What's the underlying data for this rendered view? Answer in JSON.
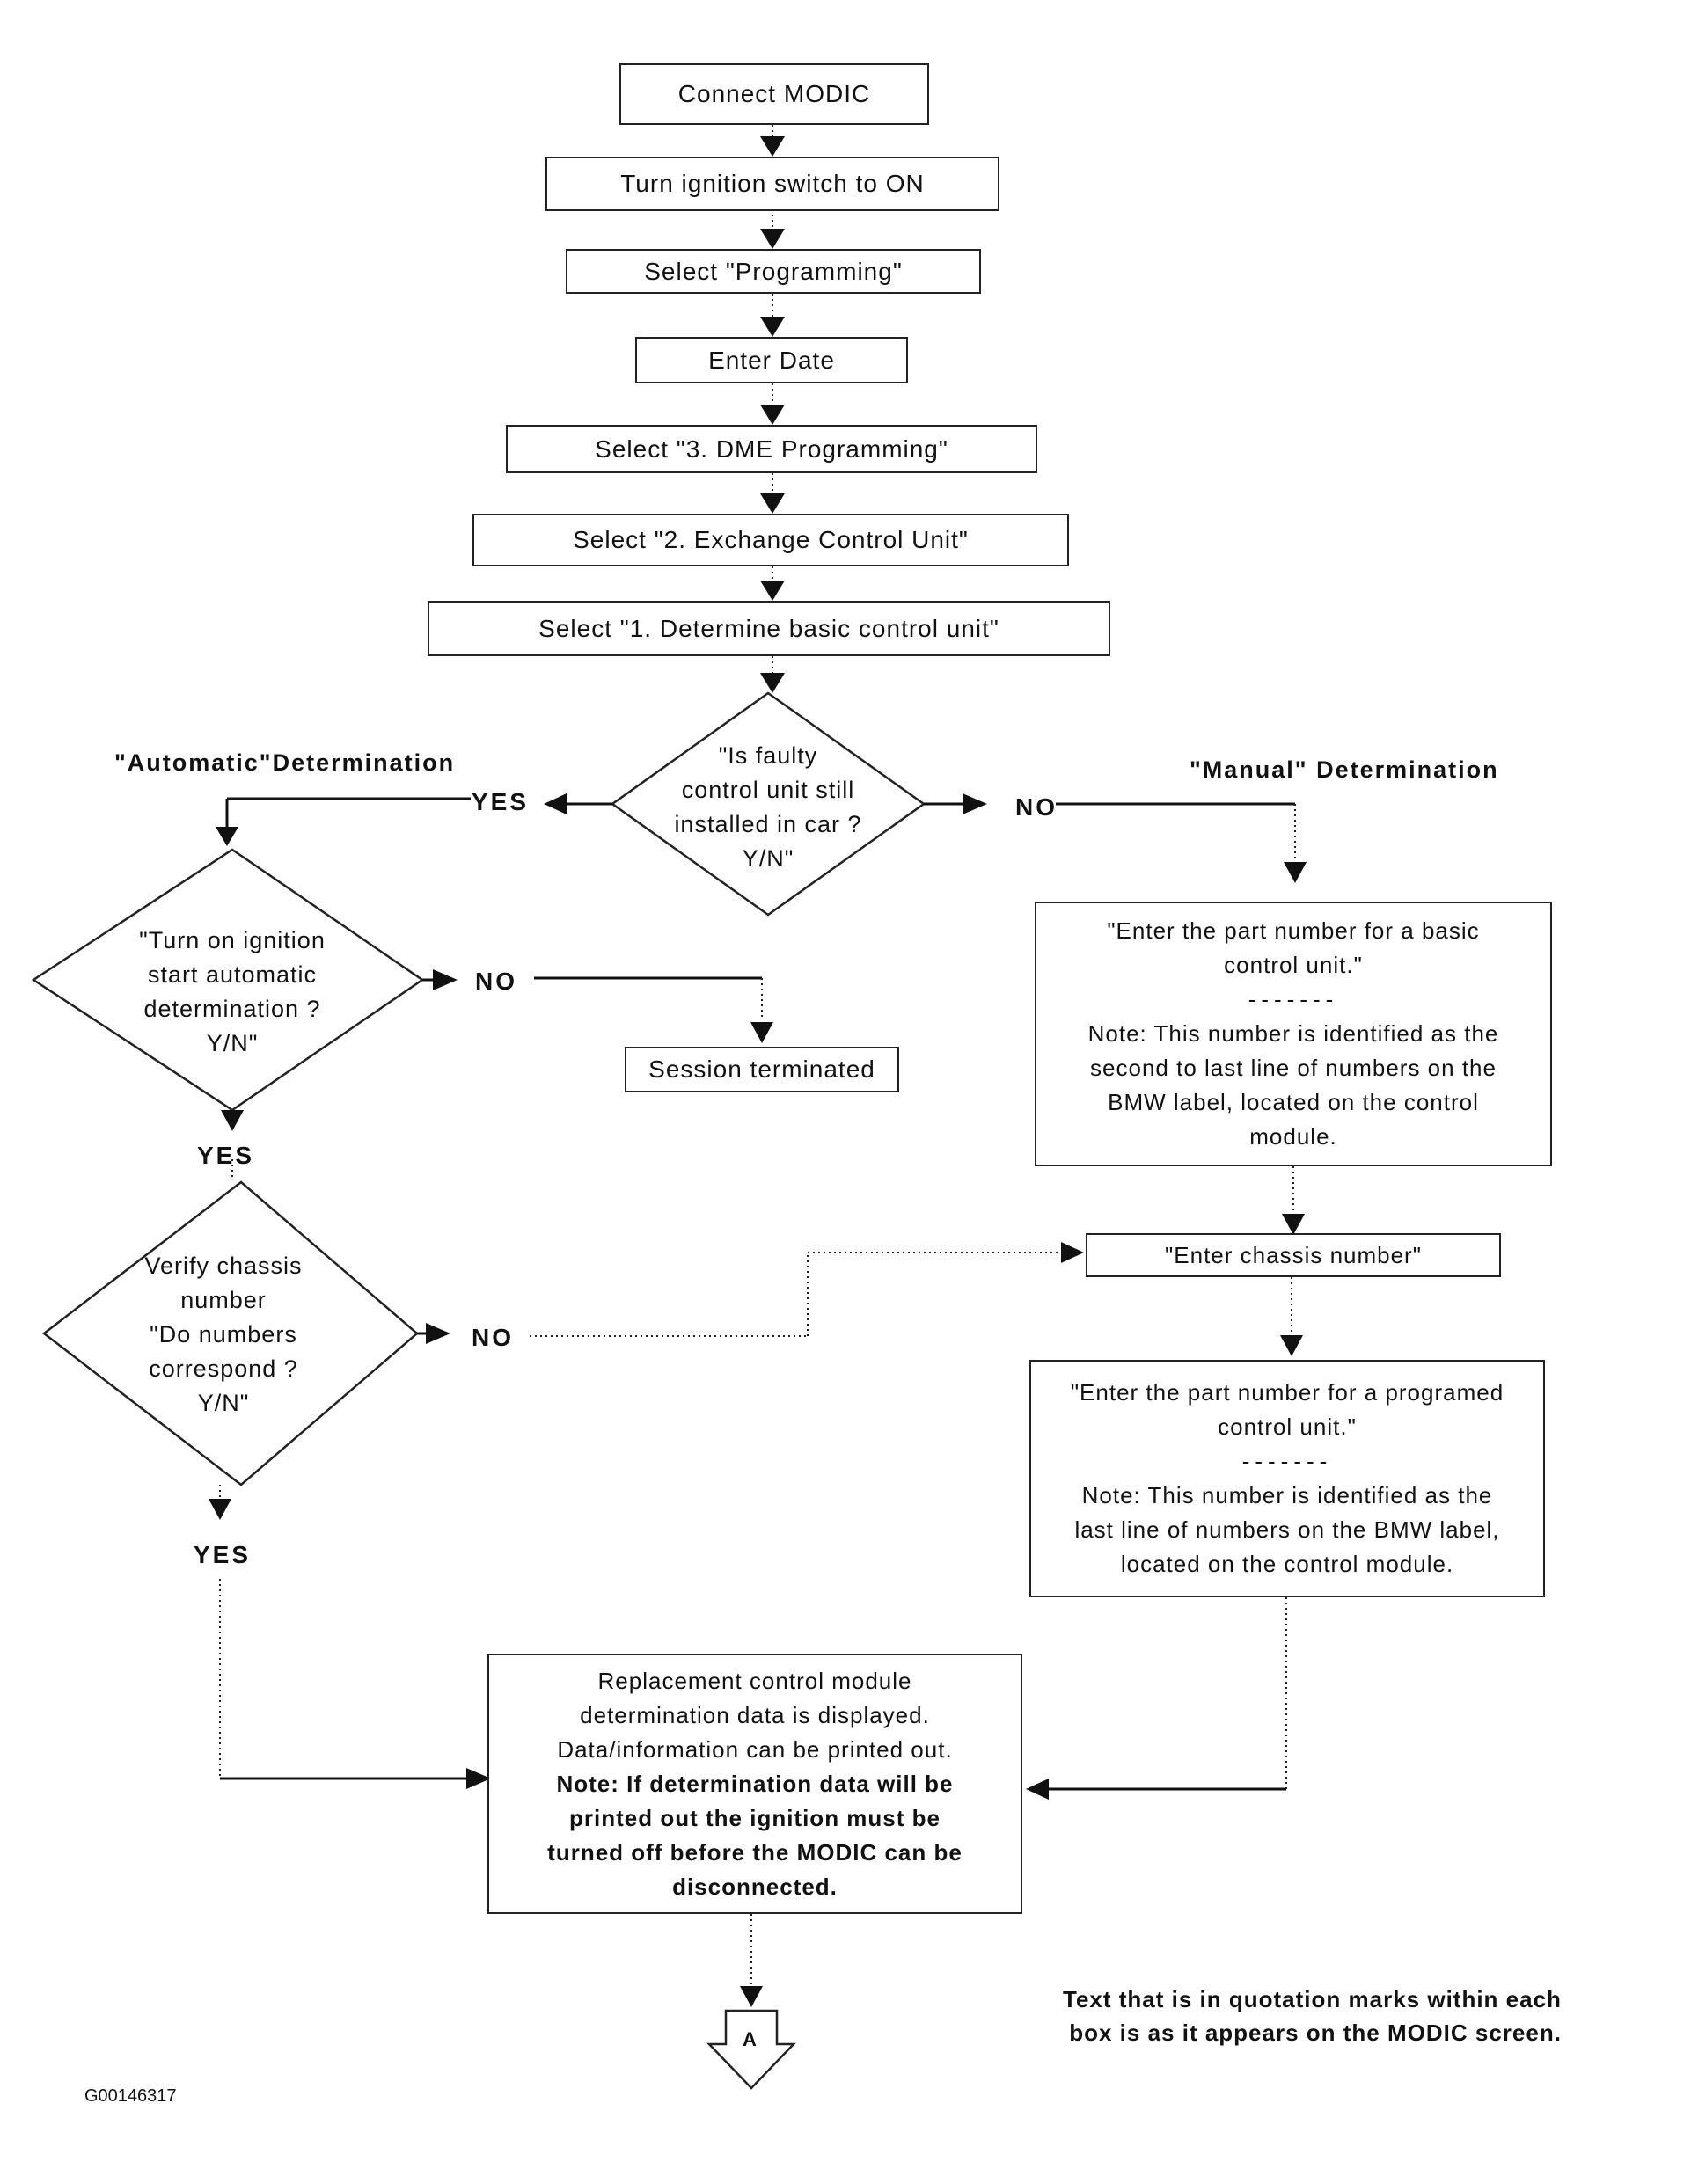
{
  "steps": {
    "connect": "Connect MODIC",
    "ignition_on": "Turn ignition switch to ON",
    "programming": "Select \"Programming\"",
    "enter_date": "Enter Date",
    "dme": "Select \"3. DME Programming\"",
    "exchange": "Select \"2. Exchange Control Unit\"",
    "determine": "Select \"1. Determine basic control unit\""
  },
  "decision_installed": [
    "\"Is faulty",
    "control unit still",
    "installed in car ?",
    "Y/N\""
  ],
  "decision_auto": [
    "\"Turn on ignition",
    "start automatic",
    "determination ?",
    "Y/N\""
  ],
  "decision_chassis": [
    "Verify chassis",
    "number",
    "\"Do numbers",
    "correspond ?",
    "Y/N\""
  ],
  "headings": {
    "automatic": "\"Automatic\"Determination",
    "manual": "\"Manual\" Determination"
  },
  "labels": {
    "yes": "YES",
    "no": "NO"
  },
  "session_terminated": "Session terminated",
  "basic_part_box": {
    "lines": [
      "\"Enter the part number for a basic",
      "control unit.\""
    ],
    "separator": "-------",
    "note": [
      "Note: This number is identified as the",
      "second to last line of numbers on the",
      "BMW label, located on the control",
      "module."
    ]
  },
  "chassis_entry": "\"Enter chassis number\"",
  "programmed_part_box": {
    "lines": [
      "\"Enter the part number for a programed",
      "control unit.\""
    ],
    "separator": "-------",
    "note": [
      "Note: This number is identified as the",
      "last line of numbers on the BMW label,",
      "located on the control module."
    ]
  },
  "result_box": {
    "lines": [
      "Replacement control module",
      "determination data is displayed.",
      "Data/information can be printed out."
    ],
    "note": [
      "Note: If determination data will be",
      "printed out the ignition must be",
      "turned off before the MODIC can be",
      "disconnected."
    ]
  },
  "connector": "A",
  "footnote": [
    "Text that is in quotation marks within each",
    "box is as it appears on the MODIC screen."
  ],
  "figure_id": "G00146317"
}
